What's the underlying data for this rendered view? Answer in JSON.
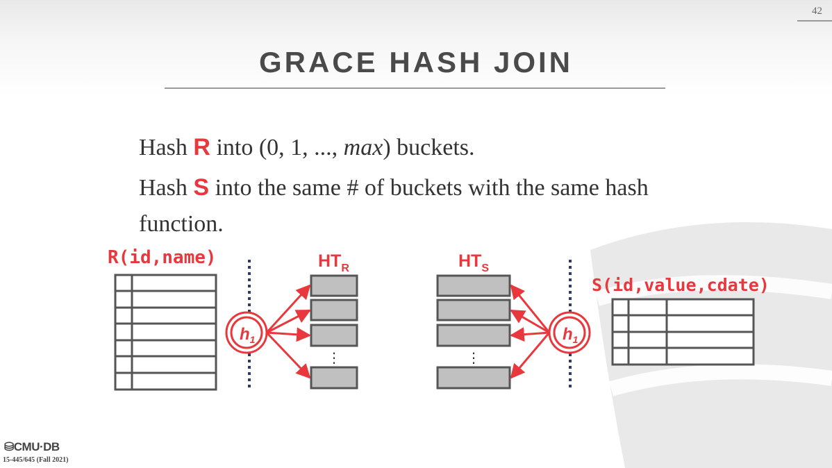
{
  "slide": {
    "number": "42",
    "title": "GRACE HASH JOIN"
  },
  "bullets": [
    {
      "pre": "Hash ",
      "rel": "R",
      "post_a": " into (0, 1, ..., ",
      "ital": "max",
      "post_b": ") buckets."
    },
    {
      "pre": "Hash ",
      "rel": "S",
      "post": " into the same # of buckets with the same hash function."
    }
  ],
  "diagram": {
    "left_table_label": "R(id,name)",
    "right_table_label": "S(id,value,cdate)",
    "ht_left": {
      "base": "HT",
      "sub": "R"
    },
    "ht_right": {
      "base": "HT",
      "sub": "S"
    },
    "hash_left": {
      "base": "h",
      "sub": "1"
    },
    "hash_right": {
      "base": "h",
      "sub": "1"
    },
    "ellipsis": "⋮"
  },
  "footer": {
    "logo_text": "CMU·DB",
    "course": "15-445/645 (Fall 2021)"
  },
  "colors": {
    "accent": "#e8383d",
    "box_fill": "#c0c0c0",
    "box_stroke": "#555555",
    "text": "#333333"
  },
  "icons": {
    "logo": "database-icon"
  }
}
